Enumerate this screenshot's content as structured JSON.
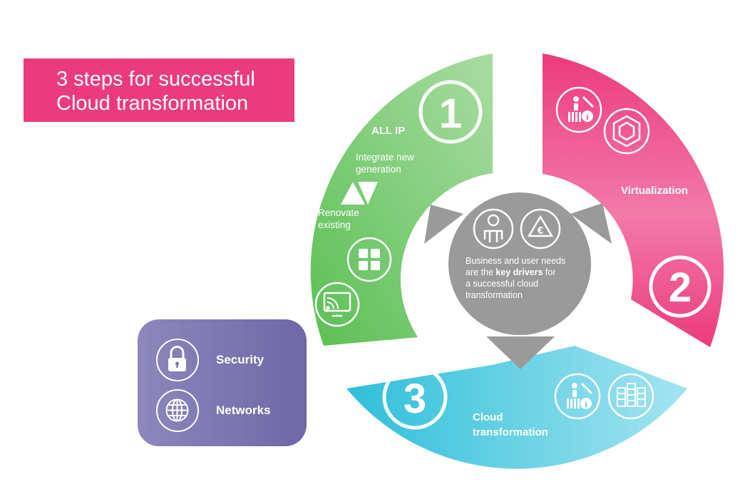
{
  "title": {
    "line1": "3 steps for successful",
    "line2": "Cloud transformation"
  },
  "steps": [
    {
      "number": "1",
      "title": "ALL IP",
      "color": "#4db848",
      "items": [
        {
          "label_line1": "Integrate new",
          "label_line2": "generation"
        },
        {
          "label_line1": "Renovate",
          "label_line2": "existing"
        }
      ],
      "icons": [
        "triangle-pair-icon",
        "apps-grid-icon",
        "cast-screen-icon"
      ]
    },
    {
      "number": "2",
      "title": "Virtualization",
      "color": "#ec3b7c",
      "icons": [
        "people-tools-info-icon",
        "cube-network-icon"
      ]
    },
    {
      "number": "3",
      "title_line1": "Cloud",
      "title_line2": "transformation",
      "color": "#38c3dc",
      "icons": [
        "people-tools-info-icon",
        "server-rack-icon"
      ]
    }
  ],
  "center": {
    "color": "#9a9a9a",
    "line1": "Business and user needs",
    "line2_pre": "are the ",
    "line2_bold": "key drivers",
    "line2_post": " for",
    "line3": "a successful cloud",
    "line4": "transformation",
    "icons": [
      "user-face-icon",
      "euro-recycle-icon"
    ]
  },
  "legend": {
    "color": "#7a74b0",
    "items": [
      {
        "label": "Security",
        "icon": "padlock-icon"
      },
      {
        "label": "Networks",
        "icon": "globe-icon"
      }
    ]
  }
}
